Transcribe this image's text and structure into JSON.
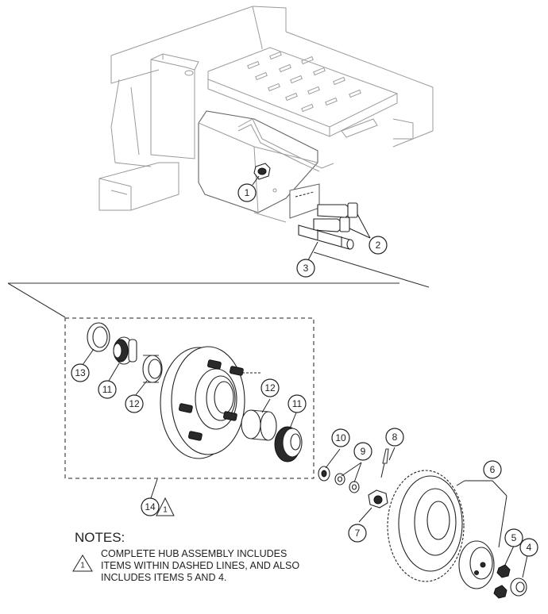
{
  "callouts": [
    {
      "id": "c1",
      "label": "1"
    },
    {
      "id": "c2",
      "label": "2"
    },
    {
      "id": "c3",
      "label": "3"
    },
    {
      "id": "c13",
      "label": "13"
    },
    {
      "id": "c11a",
      "label": "11"
    },
    {
      "id": "c12a",
      "label": "12"
    },
    {
      "id": "c12b",
      "label": "12"
    },
    {
      "id": "c11b",
      "label": "11"
    },
    {
      "id": "c10",
      "label": "10"
    },
    {
      "id": "c8",
      "label": "8"
    },
    {
      "id": "c9",
      "label": "9"
    },
    {
      "id": "c6",
      "label": "6"
    },
    {
      "id": "c7",
      "label": "7"
    },
    {
      "id": "c5",
      "label": "5"
    },
    {
      "id": "c4",
      "label": "4"
    },
    {
      "id": "c14",
      "label": "14"
    }
  ],
  "assembly_note_flag": "1",
  "notes": {
    "title": "NOTES:",
    "flag": "1",
    "line1": "COMPLETE HUB ASSEMBLY INCLUDES",
    "line2": "ITEMS WITHIN DASHED LINES, AND ALSO",
    "line3": "INCLUDES ITEMS 5 AND 4."
  }
}
